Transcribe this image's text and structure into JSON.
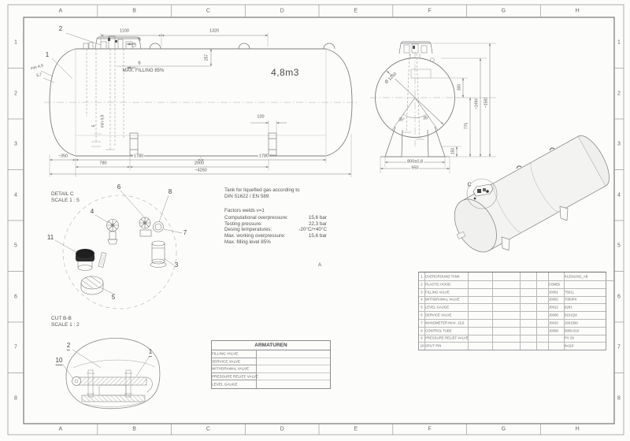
{
  "grid": {
    "cols": [
      "A",
      "B",
      "C",
      "D",
      "E",
      "F",
      "G",
      "H"
    ],
    "rows": [
      "1",
      "2",
      "3",
      "4",
      "5",
      "6",
      "7",
      "8"
    ]
  },
  "side_view": {
    "callout_1": "1",
    "callout_2": "2",
    "dim_1100": "1100",
    "dim_1320": "1320",
    "section_b": "B",
    "max_filling": "MAX. FILLING 85%",
    "dim_257": "257",
    "head_min": "min 4,9",
    "head_57": "5,7",
    "volume": "4,8m3",
    "tube_5": "5",
    "tube_min": "min 4,9",
    "dim_100": "100",
    "dim_350": "~350",
    "dim_1780_left": "1780",
    "dim_1780_right": "1780",
    "dim_780": "780",
    "dim_2000": "2000",
    "dim_4260": "~4260"
  },
  "end_view": {
    "diameter": "Ø 1250",
    "angle_left": "35°",
    "angle_right": "35°",
    "dim_300": "300",
    "dim_775": "775",
    "dim_150": "150",
    "dim_1494": "~1494",
    "dim_1581": "~1581",
    "dim_800": "800±0,8",
    "dim_950": "950"
  },
  "iso_view": {
    "detail_marker": "C"
  },
  "marker_a": "A",
  "notes": {
    "line1": "Tank for liquefied gas according to",
    "line2": "DIN 51622 / EN 589",
    "factors": "Factors welds v=1",
    "specs": [
      {
        "label": "Computational overpressure:",
        "value": "15,6 bar"
      },
      {
        "label": "Testing pressure:",
        "value": "22,3 bar"
      },
      {
        "label": "Desing temperatures:",
        "value": "-20°C/+40°C"
      },
      {
        "label": "Max. working overpressure:",
        "value": "15,6 bar"
      },
      {
        "label": "Max. filling level 85%",
        "value": ""
      }
    ]
  },
  "detail_c": {
    "title": "DETAIL C",
    "scale": "SCALE 1 : 5",
    "c3": "3",
    "c4": "4",
    "c5": "5",
    "c6": "6",
    "c7": "7",
    "c8": "8",
    "c11": "11"
  },
  "cut_bb": {
    "title": "CUT B-B",
    "scale": "SCALE 1 : 2",
    "c1": "1",
    "c2": "2",
    "c10": "10"
  },
  "armaturen": {
    "title": "ARMATUREN",
    "rows": [
      "FILLING VALVE",
      "SERVICE VALVE",
      "WITHDRAWAL VALVE",
      "PRESSURE RELIEF VALVE",
      "LEVEL GAUGE"
    ]
  },
  "parts": {
    "rows": [
      {
        "no": "1",
        "desc": "OVERGROUND TANK",
        "code1": "",
        "code2": "4125x1002_AB"
      },
      {
        "no": "2",
        "desc": "PLASTIC HOOD",
        "code1": "C0M55",
        "code2": ""
      },
      {
        "no": "3",
        "desc": "FILLING VALVE",
        "code1": "J0001",
        "code2": "7501L"
      },
      {
        "no": "4",
        "desc": "WITHDRAWAL VALVE",
        "code1": "J0002",
        "code2": "7050PX"
      },
      {
        "no": "5",
        "desc": "LEVEL GAUGE",
        "code1": "J0022",
        "code2": "6281"
      },
      {
        "no": "6",
        "desc": "SERVICE VALVE",
        "code1": "J0006",
        "code2": "9101QX"
      },
      {
        "no": "7",
        "desc": "MANOMETER MAX. 15,6",
        "code1": "J0010",
        "code2": "1601560"
      },
      {
        "no": "8",
        "desc": "CONTROL TUBE",
        "code1": "J0008",
        "code2": "0906-010"
      },
      {
        "no": "9",
        "desc": "PRESSURE RELIEF VALVE",
        "code1": "",
        "code2": "PV 29"
      },
      {
        "no": "10",
        "desc": "SPLIT PIN",
        "code1": "",
        "code2": "8x110"
      }
    ]
  }
}
